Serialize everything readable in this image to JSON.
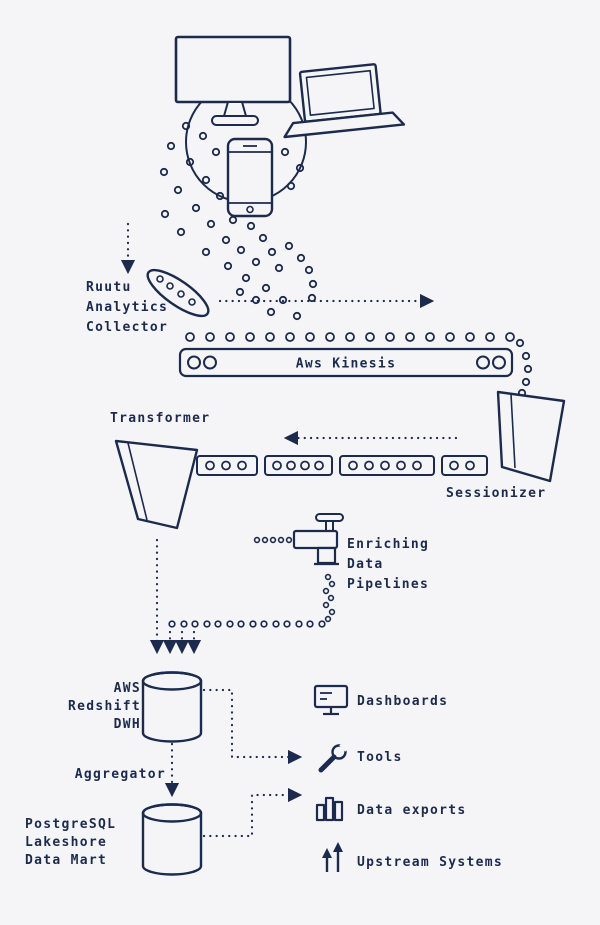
{
  "colors": {
    "ink": "#1c2b4d",
    "background": "#f5f5f7"
  },
  "sources": {
    "icons": [
      "desktop-computer-icon",
      "laptop-icon",
      "smartphone-icon"
    ]
  },
  "collector": {
    "lines": [
      "Ruutu",
      "Analytics",
      "Collector"
    ],
    "icon": "funnel-collector-icon"
  },
  "kinesis": {
    "label": "Aws Kinesis",
    "icon": "conveyor-belt-icon"
  },
  "transformer": {
    "label": "Transformer",
    "icon": "hopper-icon"
  },
  "sessionizer": {
    "label": "Sessionizer",
    "icon": "hopper-icon"
  },
  "enriching": {
    "lines": [
      "Enriching",
      "Data",
      "Pipelines"
    ],
    "icon": "faucet-icon"
  },
  "redshift": {
    "lines": [
      "AWS",
      "Redshift",
      "DWH"
    ],
    "icon": "database-cylinder-icon"
  },
  "aggregator": {
    "label": "Aggregator"
  },
  "datamart": {
    "lines": [
      "PostgreSQL",
      "Lakeshore",
      "Data Mart"
    ],
    "icon": "database-cylinder-icon"
  },
  "outputs": [
    {
      "label": "Dashboards",
      "icon": "monitor-icon"
    },
    {
      "label": "Tools",
      "icon": "wrench-icon"
    },
    {
      "label": "Data exports",
      "icon": "bar-chart-icon"
    },
    {
      "label": "Upstream Systems",
      "icon": "up-arrows-icon"
    }
  ]
}
